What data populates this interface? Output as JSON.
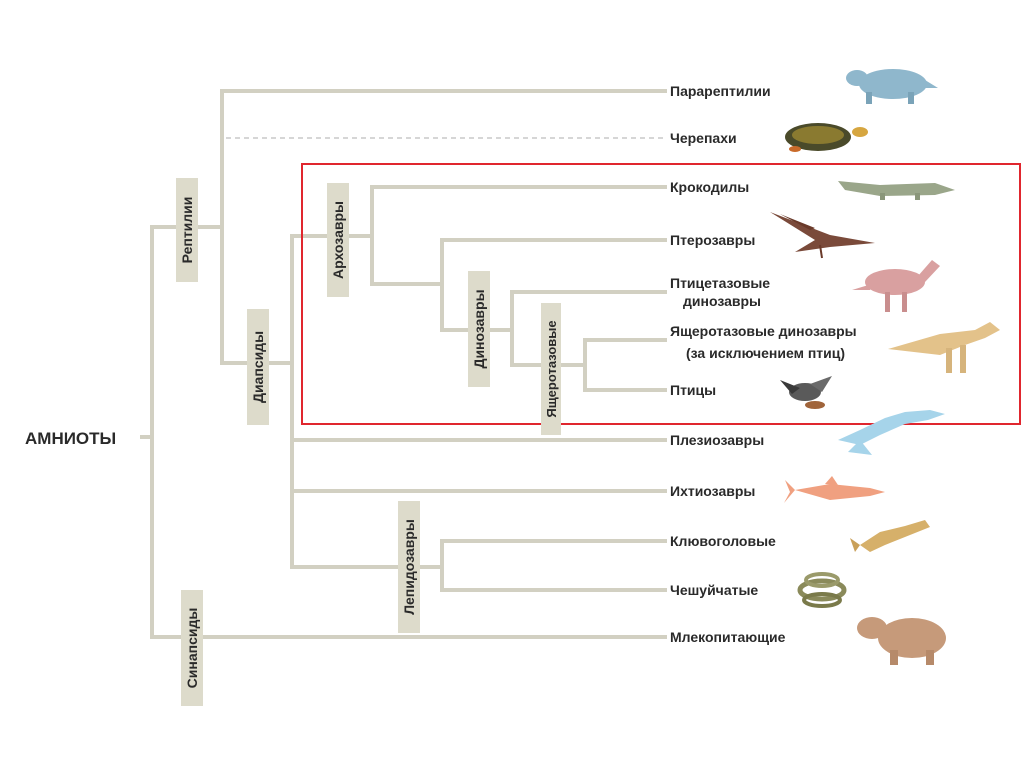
{
  "diagram": {
    "root": "АМНИОТЫ",
    "clades": {
      "reptiles": "Рептилии",
      "synapsids": "Синапсиды",
      "diapsids": "Диапсиды",
      "archosaurs": "Архозавры",
      "dinosaurs": "Динозавры",
      "saurischians": "Ящеротазовые",
      "lepidosaurs": "Лепидозавры"
    },
    "taxa": {
      "parareptiles": "Парарептилии",
      "turtles": "Черепахи",
      "crocodiles": "Крокодилы",
      "pterosaurs": "Птерозавры",
      "ornithischians_1": "Птицетазовые",
      "ornithischians_2": "динозавры",
      "saurischians_1": "Ящеротазовые динозавры",
      "saurischians_2": "(за исключением птиц)",
      "birds": "Птицы",
      "plesiosaurs": "Плезиозавры",
      "ichthyosaurs": "Ихтиозавры",
      "rhynchocephalians": "Клювоголовые",
      "squamates": "Чешуйчатые",
      "mammals": "Млекопитающие"
    },
    "highlight_color": "#e0262e",
    "branch_color": "#d2d0c2"
  }
}
